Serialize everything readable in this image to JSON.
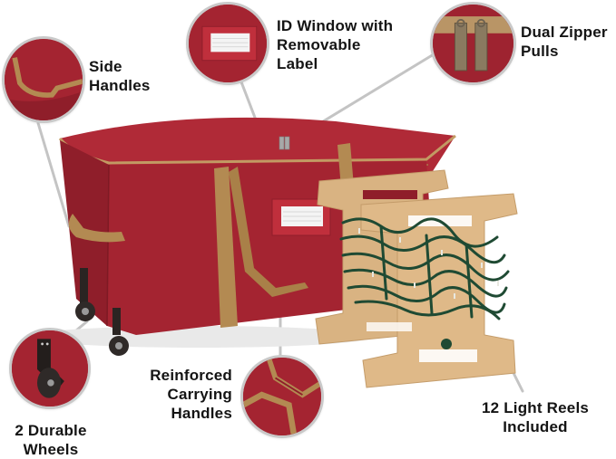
{
  "colors": {
    "bag_red": "#a42431",
    "bag_red_dark": "#7e1a24",
    "strap_tan": "#b38a52",
    "reel_tan": "#dcb684",
    "lights_green": "#1f4a33",
    "connector_gray": "#c4c4c4",
    "text": "#141414"
  },
  "callouts": [
    {
      "id": "side-handles",
      "lines": [
        "Side",
        "Handles"
      ]
    },
    {
      "id": "id-window",
      "lines": [
        "ID Window with",
        "Removable",
        "Label"
      ]
    },
    {
      "id": "zipper-pulls",
      "lines": [
        "Dual Zipper",
        "Pulls"
      ]
    },
    {
      "id": "wheels",
      "lines": [
        "2 Durable",
        "Wheels"
      ]
    },
    {
      "id": "carrying-handles",
      "lines": [
        "Reinforced",
        "Carrying",
        "Handles"
      ]
    },
    {
      "id": "light-reels",
      "lines": [
        "12 Light Reels",
        "Included"
      ]
    }
  ]
}
